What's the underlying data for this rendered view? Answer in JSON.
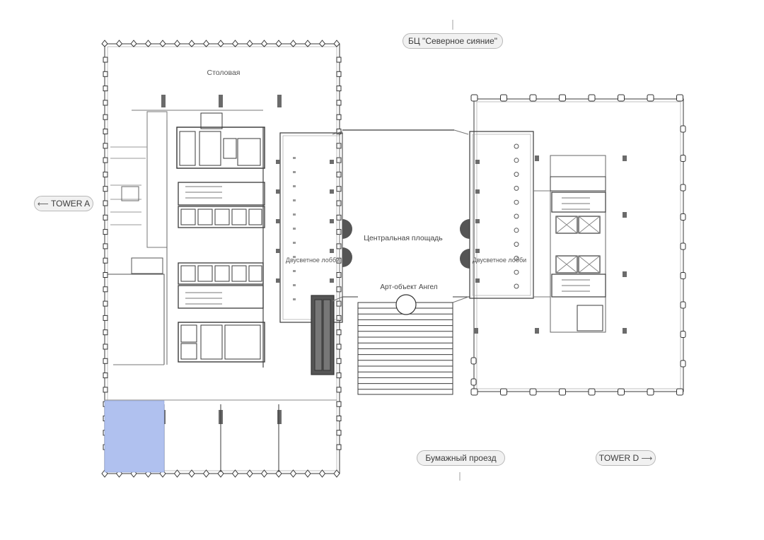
{
  "map": {
    "labels": {
      "canteen": "Столовая",
      "lobby_left": "Двусветное лобби",
      "lobby_right": "Двусветное лобби",
      "central_square": "Центральная площадь",
      "art_object": "Арт-объект Ангел"
    },
    "nav": {
      "north": "БЦ \"Северное сияние\"",
      "tower_a": "TOWER A",
      "tower_d": "TOWER D",
      "south": "Бумажный проезд",
      "arrow_left": "⟵",
      "arrow_right": "⟶",
      "arrow_up": "↑",
      "arrow_down": "↓"
    },
    "highlight": {
      "color": "#b0c1ef",
      "label": "selected-office-zone"
    },
    "colors": {
      "line": "#3a3a3a",
      "column": "#6b6b6b",
      "pill_bg": "#f1f1f1",
      "pill_border": "#b8b8b8"
    }
  }
}
